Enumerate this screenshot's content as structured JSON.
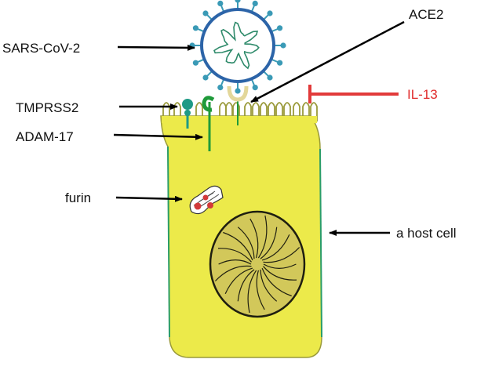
{
  "labels": {
    "virus": "SARS-CoV-2",
    "ace2": "ACE2",
    "tmprss2": "TMPRSS2",
    "il13": "IL-13",
    "adam17": "ADAM-17",
    "furin": "furin",
    "host_cell": "a host cell"
  },
  "colors": {
    "cell_fill": "#ecea4a",
    "cell_stroke": "#9a9a3a",
    "cell_edge": "#2a9d6a",
    "virus_ring": "#2c64a8",
    "virus_spike": "#3a9ab6",
    "virus_rna": "#2e8a6a",
    "ace2_receptor": "#e3d79a",
    "tmprss2": "#1f9a86",
    "adam17": "#1f9a3a",
    "furin_body": "#ffffff",
    "furin_dots": "#d23a3a",
    "nucleus_fill": "#d2c85a",
    "nucleus_stroke": "#1f1f10",
    "text": "#111111",
    "il13_text": "#e02a2a",
    "il13_line": "#e23a3a",
    "arrow": "#000000"
  }
}
